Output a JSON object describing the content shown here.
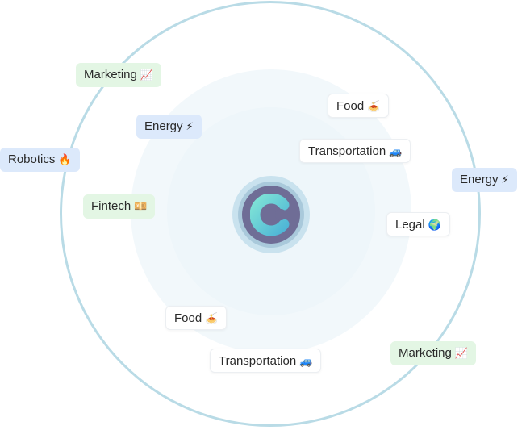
{
  "tags": [
    {
      "label": "Marketing",
      "emoji": "📈"
    },
    {
      "label": "Energy",
      "emoji": "⚡"
    },
    {
      "label": "Robotics",
      "emoji": "🔥"
    },
    {
      "label": "Fintech",
      "emoji": "💴"
    },
    {
      "label": "Food",
      "emoji": "🍝"
    },
    {
      "label": "Transportation",
      "emoji": "🚙"
    },
    {
      "label": "Energy",
      "emoji": "⚡"
    },
    {
      "label": "Legal",
      "emoji": "🌍"
    },
    {
      "label": "Food",
      "emoji": "🍝"
    },
    {
      "label": "Transportation",
      "emoji": "🚙"
    },
    {
      "label": "Marketing",
      "emoji": "📈"
    }
  ],
  "colors": {
    "ring": "#b9dbe6",
    "green_tag": "#e3f6e4",
    "blue_tag": "#dce9fb",
    "logo": "#6f6d96",
    "logo_accent": "#5fd0c8"
  },
  "logo": {
    "icon": "c-logo-icon"
  }
}
